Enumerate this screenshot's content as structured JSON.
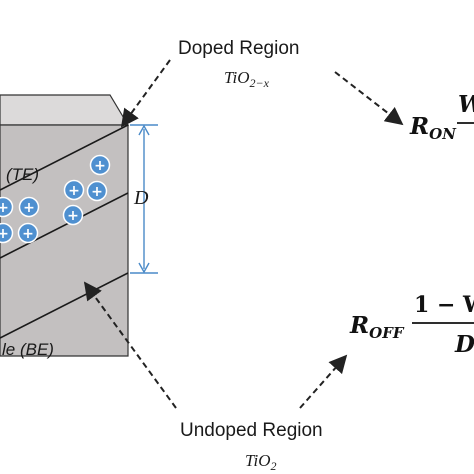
{
  "doped_region": {
    "label": "Doped Region",
    "formula_base": "TiO",
    "formula_sub": "2−x"
  },
  "undoped_region": {
    "label": "Undoped Region",
    "formula_base": "TiO",
    "formula_sub": "2"
  },
  "device": {
    "top_electrode_label": "(TE)",
    "bottom_electrode_label": "le (BE)",
    "thickness_label": "D",
    "ion_symbol": "+"
  },
  "equation": {
    "r_on_base": "R",
    "r_on_sub": "ON",
    "r_on_numerator_fragment": "W",
    "r_off_base": "R",
    "r_off_sub": "OFF",
    "r_off_numerator_fragment": "1 − W",
    "r_off_denominator_fragment": "D"
  },
  "colors": {
    "front_face": "#c3c0c0",
    "top_face": "#dcdada",
    "side_face": "#b3b0b0",
    "ion_fill": "#4f90d0",
    "ion_stroke": "#ffffff",
    "dimension_line": "#4a8ac8",
    "arrow": "#222222"
  }
}
